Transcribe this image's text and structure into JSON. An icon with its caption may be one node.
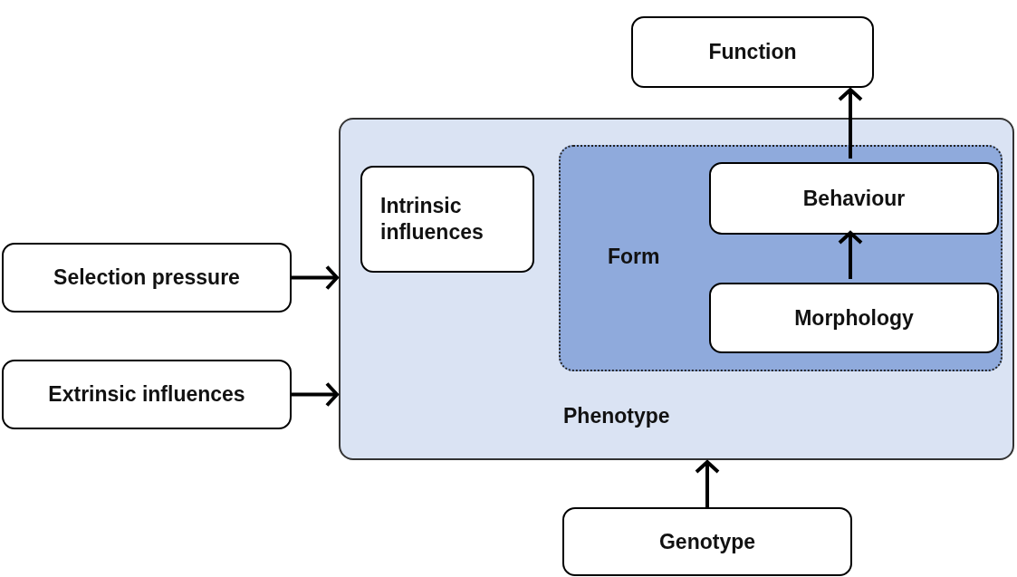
{
  "diagram": {
    "nodes": [
      {
        "text": [
          "Function"
        ]
      },
      {
        "text": [
          "Phenotype"
        ]
      },
      {
        "text": [
          "Intrinsic influences"
        ],
        "in": 1
      },
      {
        "text": [
          "Form"
        ],
        "in": 1
      },
      {
        "text": [
          "Behaviour"
        ],
        "in": 3
      },
      {
        "text": [
          "Morphology"
        ],
        "in": 3
      },
      {
        "text": [
          "Selection pressure"
        ]
      },
      {
        "text": [
          "Extrinsic influences"
        ]
      },
      {
        "text": [
          "Genotype"
        ]
      }
    ],
    "edges": [
      {
        "from": 4,
        "to": 0,
        "arrow": "to"
      },
      {
        "from": 5,
        "to": 4,
        "arrow": "to"
      },
      {
        "from": 6,
        "to": 1,
        "arrow": "to"
      },
      {
        "from": 7,
        "to": 1,
        "arrow": "to"
      },
      {
        "from": 8,
        "to": 1,
        "arrow": "to"
      }
    ]
  }
}
